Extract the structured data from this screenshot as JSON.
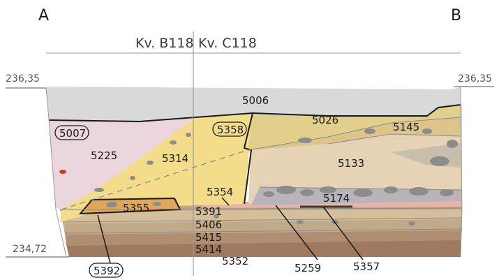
{
  "profile": {
    "corner_left": "A",
    "corner_right": "B",
    "squares": [
      "Kv. B118",
      "Kv. C118"
    ],
    "elevation_top_left": "236,35",
    "elevation_top_right": "236,35",
    "elevation_bottom_left": "234,72"
  },
  "layers": [
    {
      "id": "5006",
      "color": "#d9d9d9"
    },
    {
      "id": "5026",
      "color": "#e3cf8c"
    },
    {
      "id": "5145",
      "color": "#dcc48a"
    },
    {
      "id": "5133",
      "color": "#e6d2b4"
    },
    {
      "id": "5225",
      "color": "#ecd6de"
    },
    {
      "id": "5314",
      "color": "#f4dd8a"
    },
    {
      "id": "5354",
      "color": "#f4dd8a"
    },
    {
      "id": "5355",
      "color": "#e0a65c"
    },
    {
      "id": "5174",
      "color": "#b9b3ba"
    },
    {
      "id": "5391",
      "color": "#bfa68c"
    },
    {
      "id": "5406",
      "color": "#d4bf9a"
    },
    {
      "id": "5415",
      "color": "#c2aa88"
    },
    {
      "id": "5414",
      "color": "#b08e72"
    },
    {
      "id": "5352",
      "color": "#a07a60"
    }
  ],
  "circled_labels": [
    "5007",
    "5358",
    "5392"
  ],
  "pointer_labels": [
    "5259",
    "5357"
  ]
}
